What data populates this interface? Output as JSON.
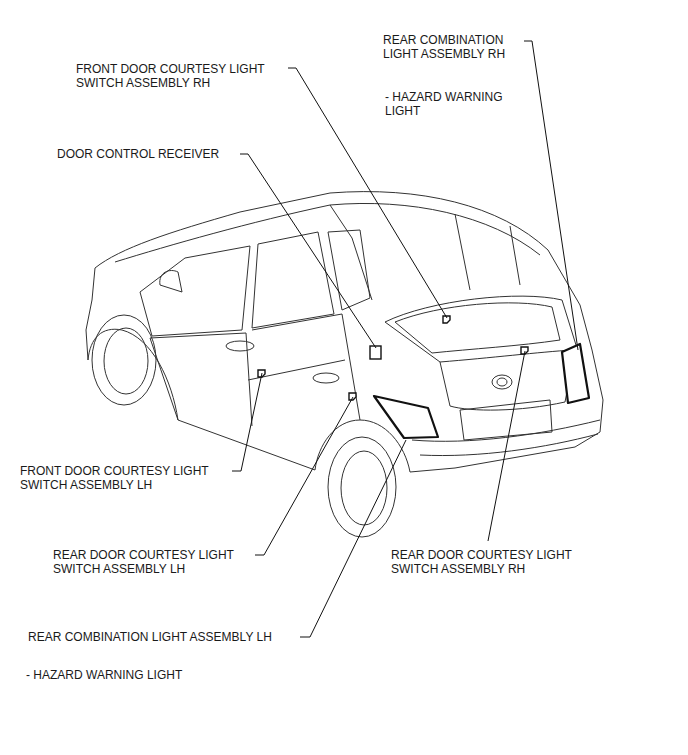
{
  "diagram": {
    "labels": [
      "REAR COMBINATION LIGHT ASSEMBLY RH",
      "- HAZARD WARNING LIGHT",
      "FRONT DOOR COURTESY LIGHT SWITCH ASSEMBLY RH",
      "DOOR CONTROL RECEIVER",
      "FRONT DOOR COURTESY LIGHT SWITCH ASSEMBLY LH",
      "REAR DOOR COURTESY LIGHT SWITCH ASSEMBLY LH",
      "REAR DOOR COURTESY LIGHT SWITCH ASSEMBLY RH",
      "REAR COMBINATION LIGHT ASSEMBLY LH",
      "- HAZARD WARNING LIGHT"
    ]
  }
}
